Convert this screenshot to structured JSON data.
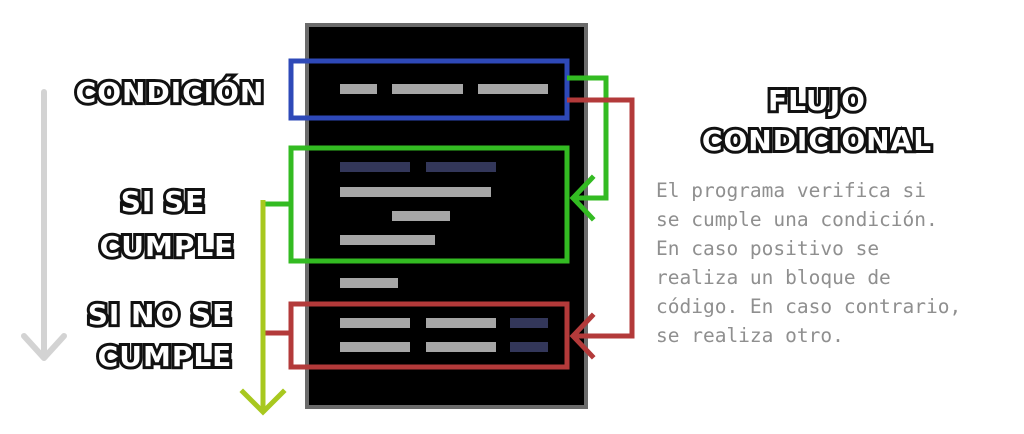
{
  "labels": {
    "condicion": "CONDICIÓN",
    "si_se_cumple_line1": "SI SE",
    "si_se_cumple_line2": "CUMPLE",
    "si_no_se_cumple_line1": "SI NO SE",
    "si_no_se_cumple_line2": "CUMPLE",
    "title_line1": "FLUJO",
    "title_line2": "CONDICIONAL"
  },
  "description": "El programa verifica si\nse cumple una condición.\nEn caso positivo se\nrealiza un bloque de\ncódigo. En caso contrario,\nse realiza otro.",
  "colors": {
    "condition_box": "#2e49b8",
    "true_branch": "#33bb22",
    "false_branch": "#b33a3a",
    "flow_arrow": "#a8c81f",
    "code_panel": "#000000",
    "code_panel_border": "#6b6b6b",
    "code_line": "#a6a6a6",
    "code_keyword": "#33375a",
    "timeline_arrow": "#d3d3d3",
    "description_text": "#8f8f8f"
  },
  "icons": {
    "timeline": "down-arrow-icon",
    "flow": "down-arrow-icon"
  }
}
